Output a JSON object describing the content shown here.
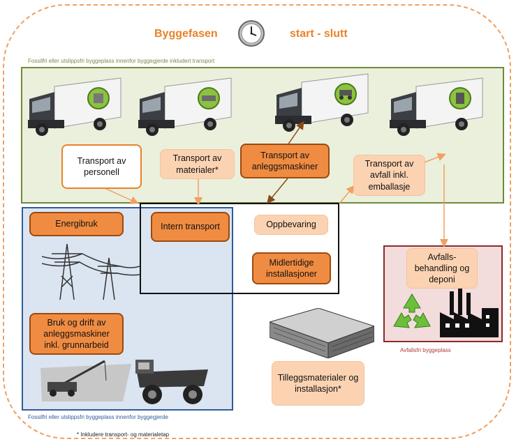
{
  "header": {
    "left_title": "Byggefasen",
    "right_title": "start - slutt"
  },
  "zones": {
    "green_caption": "Fossilfri eller utslippsfri byggeplass innenfor byggegjerde inkludert transport",
    "blue_caption": "Fossilfri eller utslippsfri byggeplass innenfor byggegjerde",
    "pink_caption": "Avfallsfri byggeplass"
  },
  "boxes": {
    "transport_personell": "Transport av personell",
    "transport_materialer": "Transport av materialer*",
    "transport_anleggsmaskiner": "Transport av anleggsmaskiner",
    "transport_avfall": "Transport av avfall inkl. emballasje",
    "energibruk": "Energibruk",
    "intern_transport": "Intern transport",
    "oppbevaring": "Oppbevaring",
    "midlertidige": "Midlertidige installasjoner",
    "bruk_og_drift": "Bruk og drift av anleggsmaskiner inkl. grunnarbeid",
    "avfallsbehandling": "Avfalls-behandling og deponi",
    "tilleggsmaterialer": "Tilleggsmaterialer og installasjon*"
  },
  "footnote": "* Inkludere transport- og materialetap",
  "icons": [
    "clock-icon",
    "truck-people-icon",
    "truck-materials-icon",
    "truck-machine-icon",
    "truck-waste-icon",
    "power-pylon-icon",
    "recycle-icon",
    "factory-icon",
    "lumber-stack-icon",
    "crane-icon",
    "dump-truck-icon"
  ],
  "colors": {
    "orange": "#e8822a",
    "green_border": "#6f8a3a",
    "blue_border": "#2e5c9a",
    "pink_border": "#8b2a2a"
  }
}
